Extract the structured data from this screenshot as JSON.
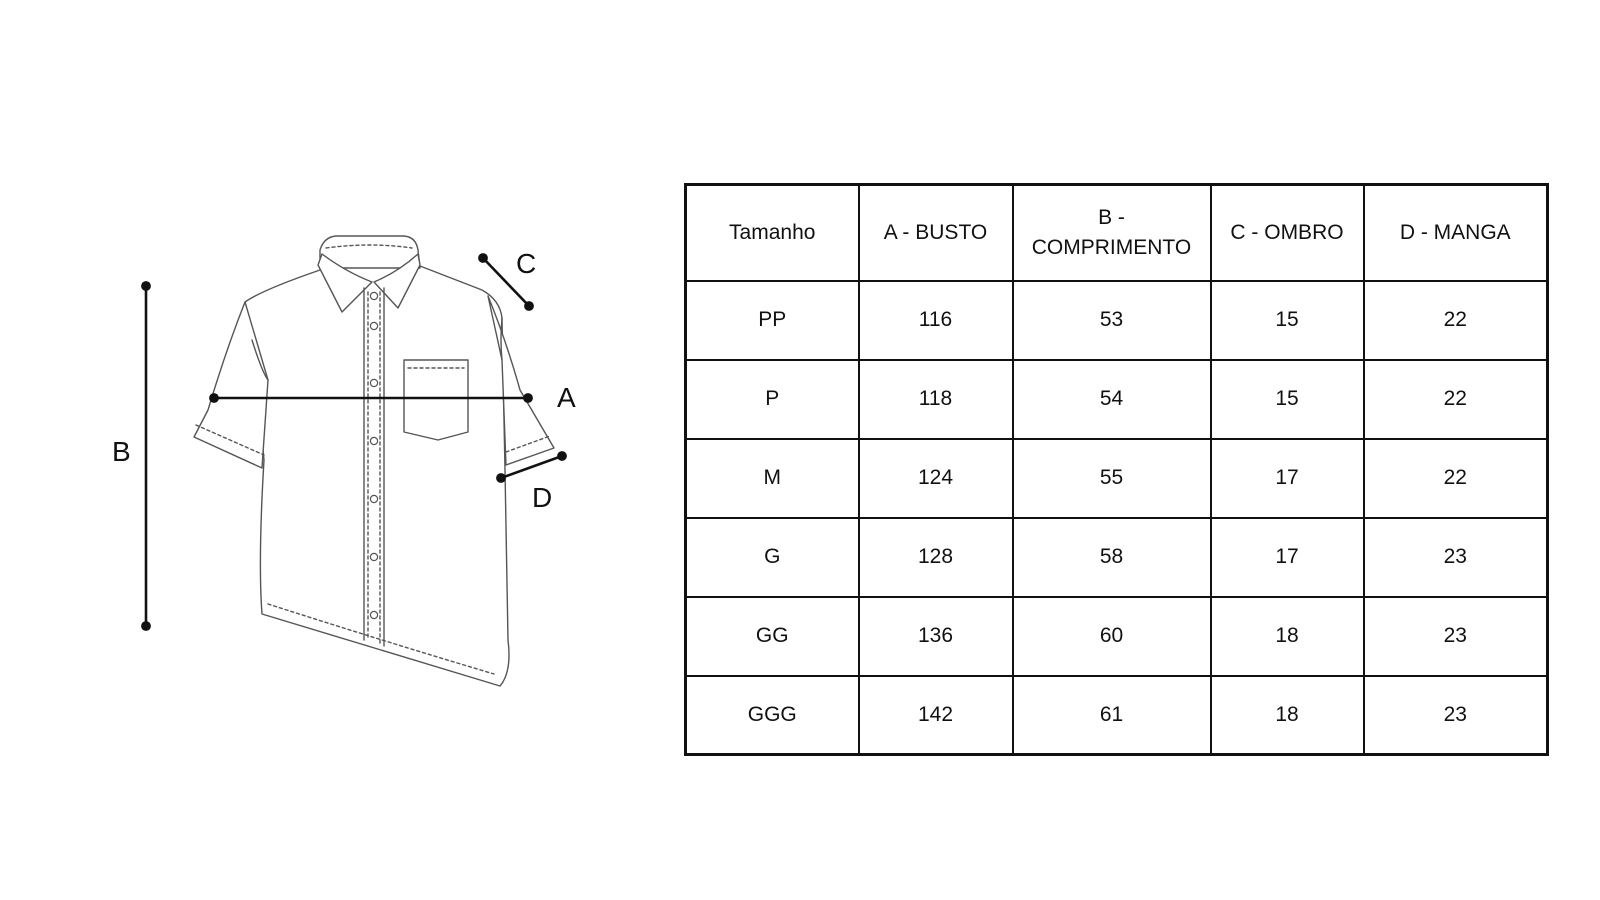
{
  "diagram": {
    "labels": {
      "a": "A",
      "b": "B",
      "c": "C",
      "d": "D"
    },
    "line_color": "#111111"
  },
  "table": {
    "headers": [
      "Tamanho",
      "A - BUSTO",
      "B - COMPRIMENTO",
      "C - OMBRO",
      "D - MANGA"
    ],
    "rows": [
      [
        "PP",
        "116",
        "53",
        "15",
        "22"
      ],
      [
        "P",
        "118",
        "54",
        "15",
        "22"
      ],
      [
        "M",
        "124",
        "55",
        "17",
        "22"
      ],
      [
        "G",
        "128",
        "58",
        "17",
        "23"
      ],
      [
        "GG",
        "136",
        "60",
        "18",
        "23"
      ],
      [
        "GGG",
        "142",
        "61",
        "18",
        "23"
      ]
    ]
  }
}
